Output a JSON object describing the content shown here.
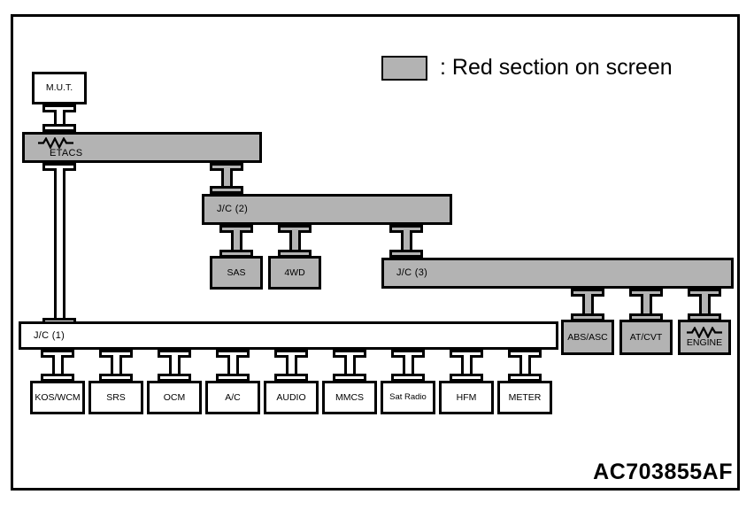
{
  "diagram": {
    "code": "AC703855AF",
    "legend": {
      "swatch_color": "#b3b3b3",
      "text": ": Red section on screen"
    },
    "colors": {
      "highlight_gray": "#b3b3b3",
      "plain_white": "#ffffff",
      "outline_black": "#000000"
    },
    "nodes": {
      "mut": {
        "label": "M.U.T.",
        "highlighted": false
      },
      "etacs": {
        "label": "ETACS",
        "highlighted": true,
        "has_ecu_symbol": true
      },
      "jc2": {
        "label": "J/C  (2)",
        "highlighted": true
      },
      "jc3": {
        "label": "J/C (3)",
        "highlighted": true
      },
      "jc1": {
        "label": "J/C (1)",
        "highlighted": false
      },
      "sas": {
        "label": "SAS",
        "highlighted": true
      },
      "fwd": {
        "label": "4WD",
        "highlighted": true
      },
      "abs_asc": {
        "label": "ABS/ASC",
        "highlighted": true
      },
      "at_cvt": {
        "label": "AT/CVT",
        "highlighted": true
      },
      "engine": {
        "label": "ENGINE",
        "highlighted": true,
        "has_ecu_symbol": true
      }
    },
    "bus_modules": [
      {
        "label": "KOS/WCM",
        "highlighted": false
      },
      {
        "label": "SRS",
        "highlighted": false
      },
      {
        "label": "OCM",
        "highlighted": false
      },
      {
        "label": "A/C",
        "highlighted": false
      },
      {
        "label": "AUDIO",
        "highlighted": false
      },
      {
        "label": "MMCS",
        "highlighted": false
      },
      {
        "label": "Sat Radio",
        "highlighted": false
      },
      {
        "label": "HFM",
        "highlighted": false
      },
      {
        "label": "METER",
        "highlighted": false
      }
    ]
  }
}
